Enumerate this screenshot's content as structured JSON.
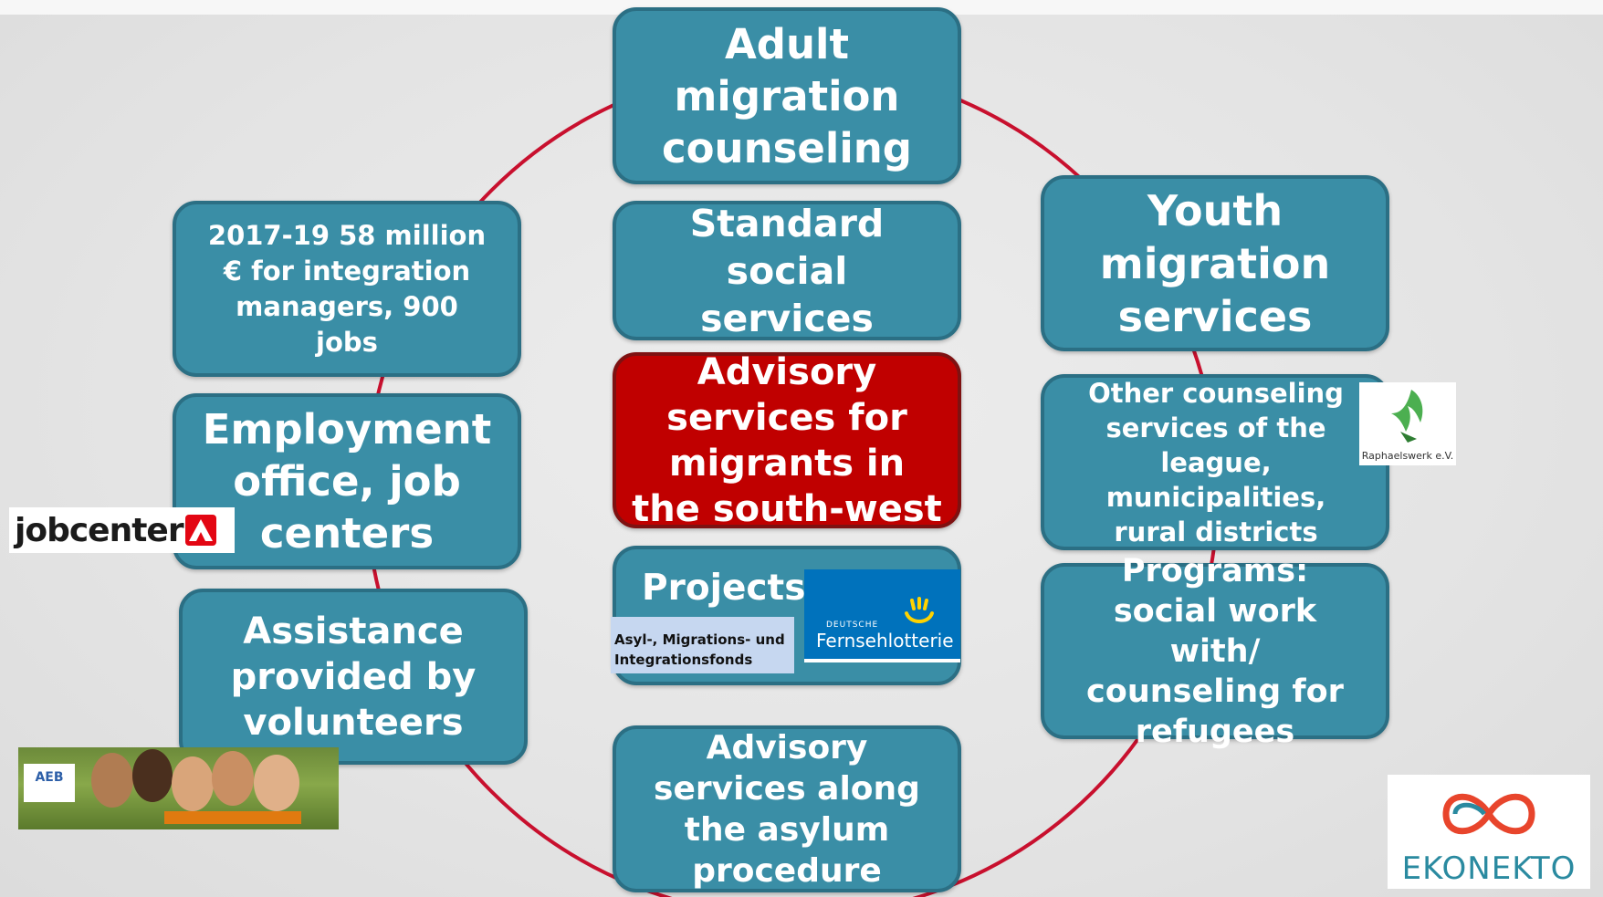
{
  "diagram": {
    "center": "Advisory services for migrants in the south-west",
    "boxes": {
      "adult": "Adult migration counseling",
      "standard": "Standard social services",
      "youth": "Youth migration services",
      "integration": "2017-19 58 million € for integration managers, 900 jobs",
      "employment": "Employment office, job centers",
      "other": "Other counseling services of the league, municipalities, rural districts",
      "programs": "Programs: social work with/ counseling for refugees",
      "assistance": "Assistance provided by volunteers",
      "projects": "Projects",
      "asylum": "Advisory services along the asylum procedure"
    }
  },
  "logos": {
    "jobcenter": "jobcenter",
    "raphaelswerk": "Raphaelswerk e.V.",
    "amif_line1": "Asyl-, Migrations- und",
    "amif_line2": "Integrationsfonds (AMIF)",
    "fernsehlotterie_small": "DEUTSCHE",
    "fernsehlotterie": "Fernsehlotterie",
    "aeb": "AEB",
    "ekonekto": "EKONEKTO"
  },
  "colors": {
    "box_fill": "#3a8ea6",
    "box_border": "#2b6f84",
    "center_fill": "#c00000",
    "ring": "#c8102e"
  }
}
